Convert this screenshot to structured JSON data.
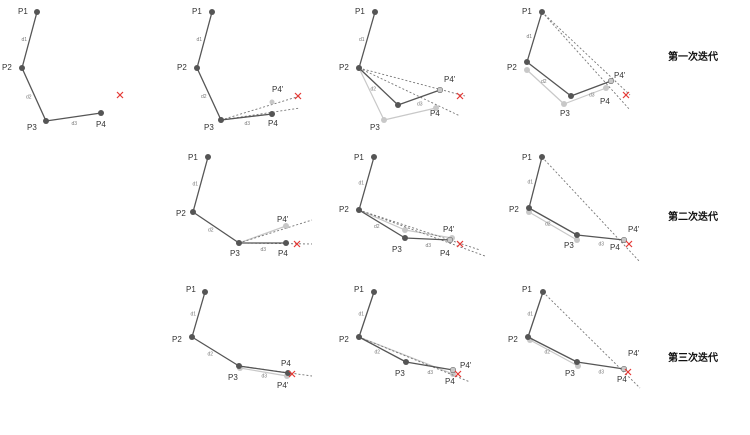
{
  "labels": {
    "p1": "P1",
    "p2": "P2",
    "p3": "P3",
    "p4": "P4",
    "p4_prime": "P4'",
    "d1": "d1",
    "d2": "d2",
    "d3": "d3",
    "target": "X"
  },
  "rows": [
    {
      "title": "第一次迭代"
    },
    {
      "title": "第二次迭代"
    },
    {
      "title": "第三次迭代"
    }
  ],
  "colors": {
    "bone": "#555555",
    "joint": "#555555",
    "ghost": "#c8c8c8",
    "guide": "#777777",
    "target": "#e53935",
    "text": "#333333"
  }
}
